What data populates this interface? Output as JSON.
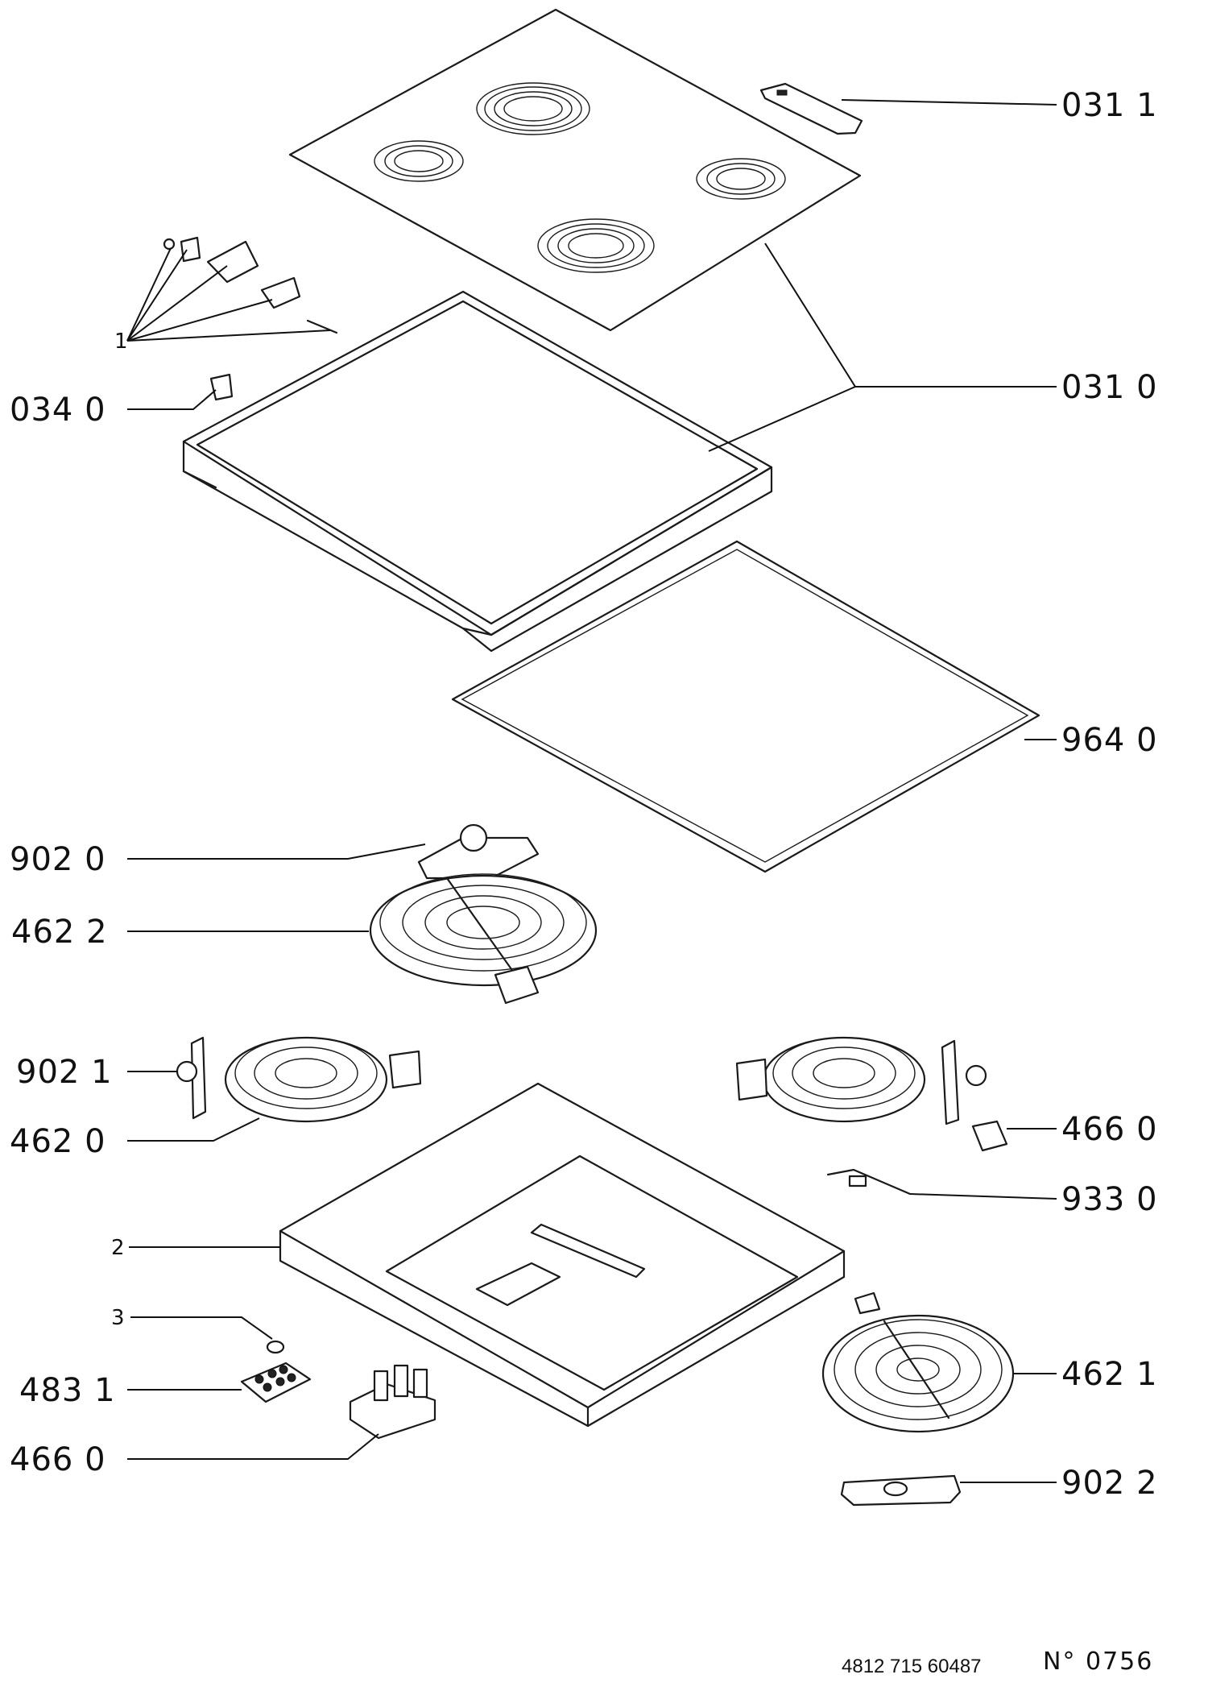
{
  "labels": {
    "l_031_1": "031 1",
    "l_031_0": "031 0",
    "l_034_0": "034 0",
    "l_1": "1",
    "l_964_0": "964 0",
    "l_902_0": "902 0",
    "l_462_2": "462 2",
    "l_902_1": "902 1",
    "l_462_0": "462 0",
    "l_466_0_right": "466 0",
    "l_933_0": "933 0",
    "l_2": "2",
    "l_3": "3",
    "l_483_1": "483 1",
    "l_466_0_left": "466 0",
    "l_462_1": "462 1",
    "l_902_2": "902 2"
  },
  "footer": {
    "doc_number": "4812 715 60487",
    "sheet": "N° 0756"
  }
}
